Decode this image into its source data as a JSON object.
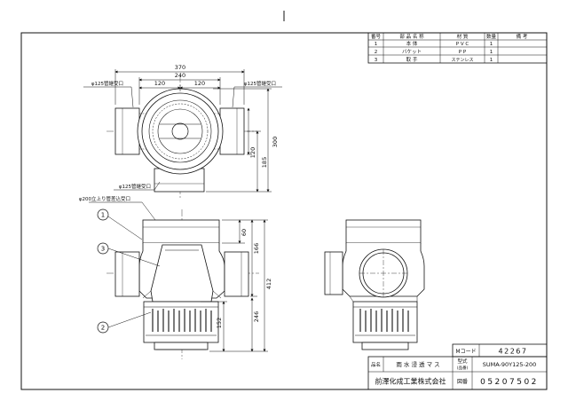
{
  "parts_table": {
    "headers": [
      "番号",
      "部 品 名 称",
      "材 質",
      "数量",
      "備 考"
    ],
    "rows": [
      [
        "1",
        "本 体",
        "P V C",
        "1",
        ""
      ],
      [
        "2",
        "バケット",
        "P P",
        "1",
        ""
      ],
      [
        "3",
        "取 手",
        "ステンレス",
        "1",
        ""
      ]
    ]
  },
  "title_block": {
    "mcode_label": "Mコード",
    "mcode_value": "42267",
    "name_label": "品名",
    "name_value": "雨 水 浸 透 マ ス",
    "model_label": "型式",
    "model_sub_label": "(品番)",
    "model_value": "SUMA-90Y125-200",
    "company": "前澤化成工業株式会社",
    "drawing_label": "図番",
    "drawing_value": "05207502"
  },
  "dimensions": {
    "w370": "370",
    "w240": "240",
    "w120a": "120",
    "w120b": "120",
    "h300": "300",
    "h185": "185",
    "h120": "120",
    "h60": "60",
    "h166": "166",
    "h412": "412",
    "h246": "246",
    "h152": "152"
  },
  "annotations": {
    "port_left": "φ125管継受口",
    "port_right": "φ125管継受口",
    "port_bottom": "φ125管継受口",
    "top_port": "φ200立上り管差込受口"
  },
  "balloons": {
    "b1": "1",
    "b2": "2",
    "b3": "3"
  }
}
